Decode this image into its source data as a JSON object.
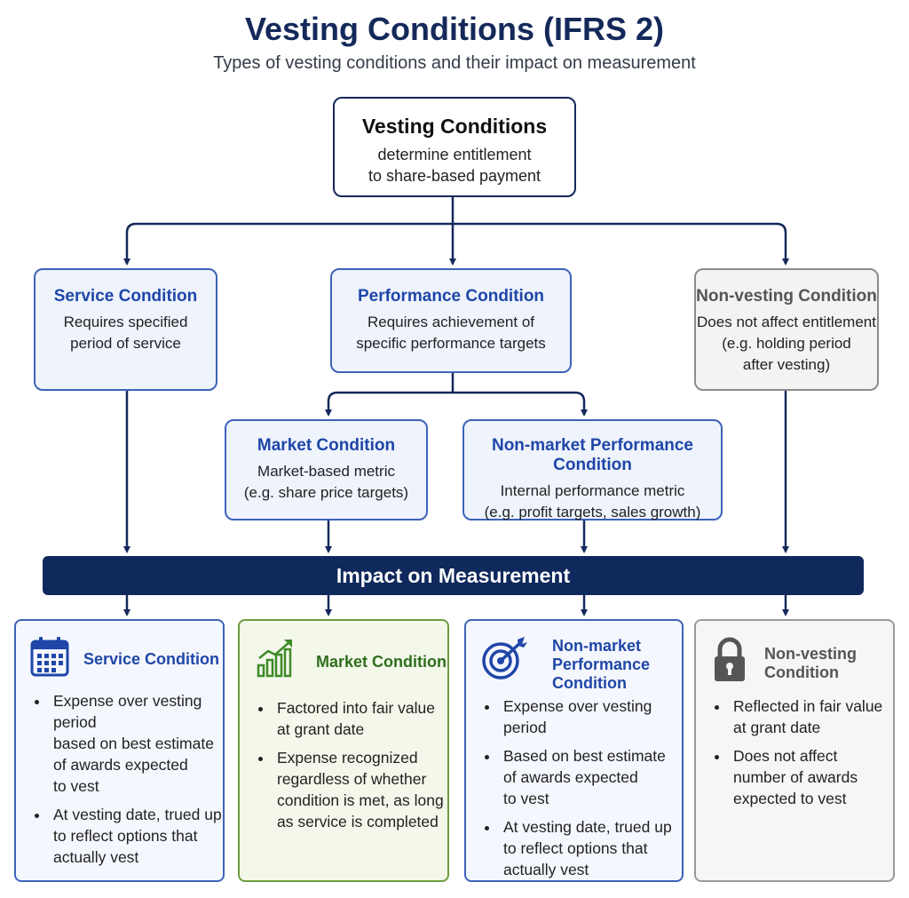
{
  "title": "Vesting Conditions (IFRS 2)",
  "subtitle": "Types of vesting conditions and their impact on measurement",
  "colors": {
    "navy": "#14295a",
    "blue": "#1f46a8",
    "green": "#2f6e1c",
    "grey": "#555555"
  },
  "root": {
    "heading": "Vesting Conditions",
    "body": "determine entitlement\nto share-based payment"
  },
  "conditions": {
    "service": {
      "heading": "Service Condition",
      "body": "Requires specified\nperiod of service"
    },
    "performance": {
      "heading": "Performance Condition",
      "body": "Requires achievement of\nspecific performance targets"
    },
    "nonvesting": {
      "heading": "Non-vesting Condition",
      "body": "Does not affect entitlement\n(e.g. holding period\nafter vesting)"
    },
    "market": {
      "heading": "Market Condition",
      "body": "Market-based metric\n(e.g. share price targets)"
    },
    "nonmarket": {
      "heading": "Non-market Performance Condition",
      "body": "Internal performance metric\n(e.g. profit targets, sales growth)"
    }
  },
  "impact_label": "Impact on Measurement",
  "cards": {
    "service": {
      "title": "Service Condition",
      "icon": "calendar-icon",
      "bullets": [
        "Expense over vesting\nperiod\nbased on best estimate\nof awards expected\nto vest",
        "At vesting date, trued up\nto reflect options that\nactually vest"
      ]
    },
    "market": {
      "title": "Market Condition",
      "icon": "bar-chart-icon",
      "bullets": [
        "Factored into fair value\nat grant date",
        "Expense recognized\nregardless of whether\ncondition is met, as long\nas service is completed"
      ]
    },
    "nonmarket": {
      "title": "Non-market\nPerformance\nCondition",
      "icon": "target-icon",
      "bullets": [
        "Expense over vesting\nperiod",
        "Based on best estimate\nof awards expected\nto vest",
        "At vesting date, trued up\nto reflect options that\nactually vest"
      ]
    },
    "nonvesting": {
      "title": "Non-vesting\nCondition",
      "icon": "lock-icon",
      "bullets": [
        "Reflected in fair value\nat grant date",
        "Does not affect\nnumber of awards\nexpected to vest"
      ]
    }
  }
}
